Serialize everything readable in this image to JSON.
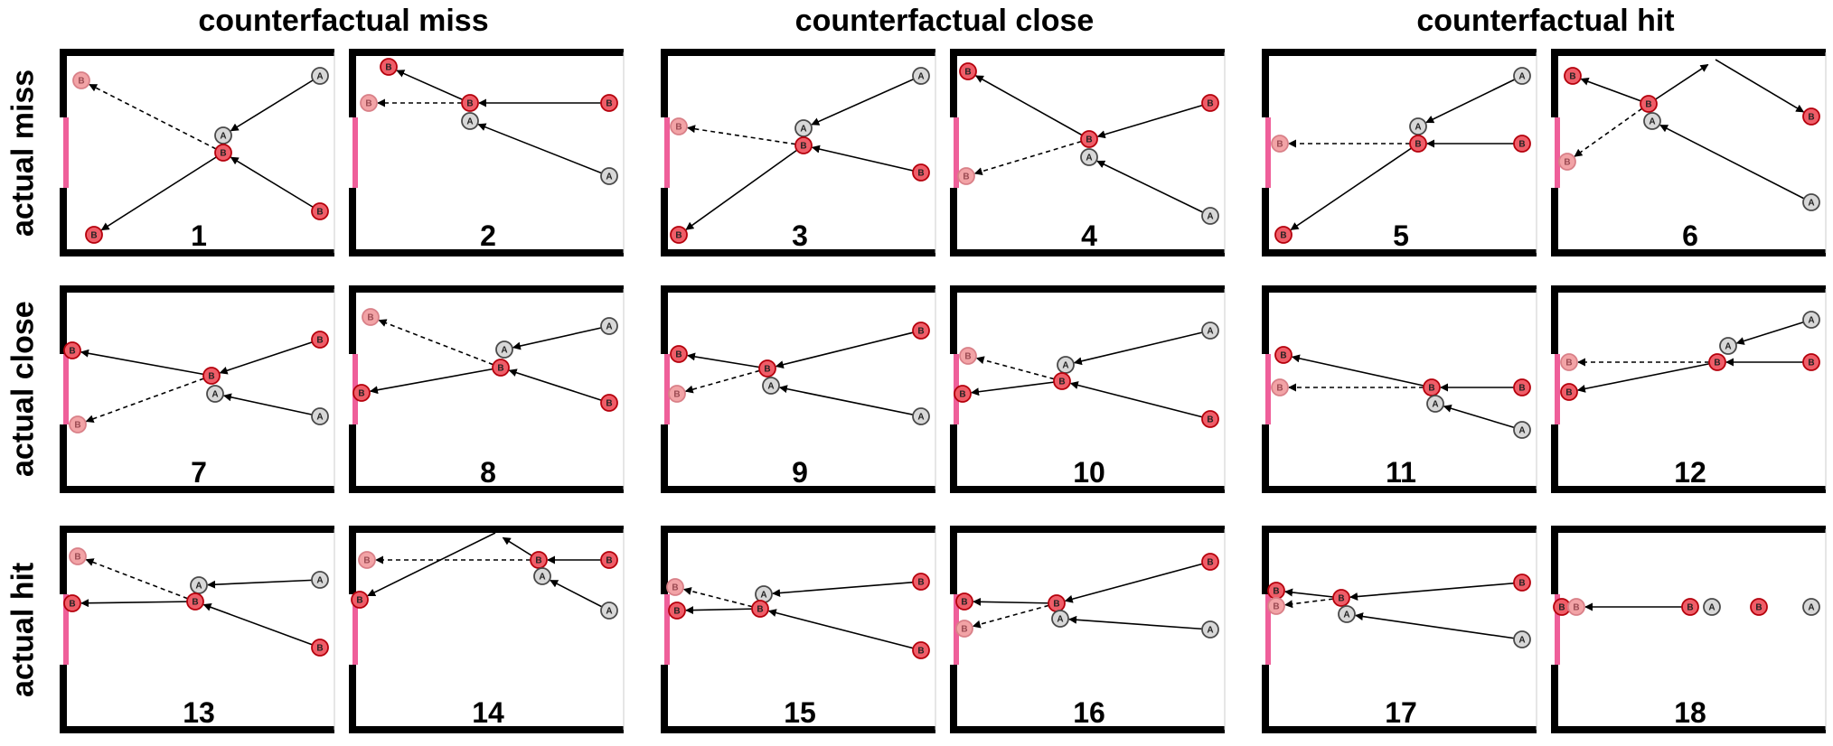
{
  "column_headers": [
    "counterfactual miss",
    "counterfactual close",
    "counterfactual hit"
  ],
  "row_headers": [
    "actual miss",
    "actual close",
    "actual hit"
  ],
  "ball_labels": {
    "a": "A",
    "b": "B"
  },
  "colors": {
    "border": "#000000",
    "goal": "#ef5f9a",
    "ball_b_fill": "#ef5d68",
    "ball_b_stroke": "#b5000c",
    "ball_b_faded_fill": "#f2a3a6",
    "ball_a_fill": "#d8d8d8",
    "ball_a_stroke": "#4a4a4a",
    "path": "#000000"
  },
  "panels": [
    {
      "label": "1"
    },
    {
      "label": "2"
    },
    {
      "label": "3"
    },
    {
      "label": "4"
    },
    {
      "label": "5"
    },
    {
      "label": "6"
    },
    {
      "label": "7"
    },
    {
      "label": "8"
    },
    {
      "label": "9"
    },
    {
      "label": "10"
    },
    {
      "label": "11"
    },
    {
      "label": "12"
    },
    {
      "label": "13"
    },
    {
      "label": "14"
    },
    {
      "label": "15"
    },
    {
      "label": "16"
    },
    {
      "label": "17"
    },
    {
      "label": "18"
    }
  ]
}
